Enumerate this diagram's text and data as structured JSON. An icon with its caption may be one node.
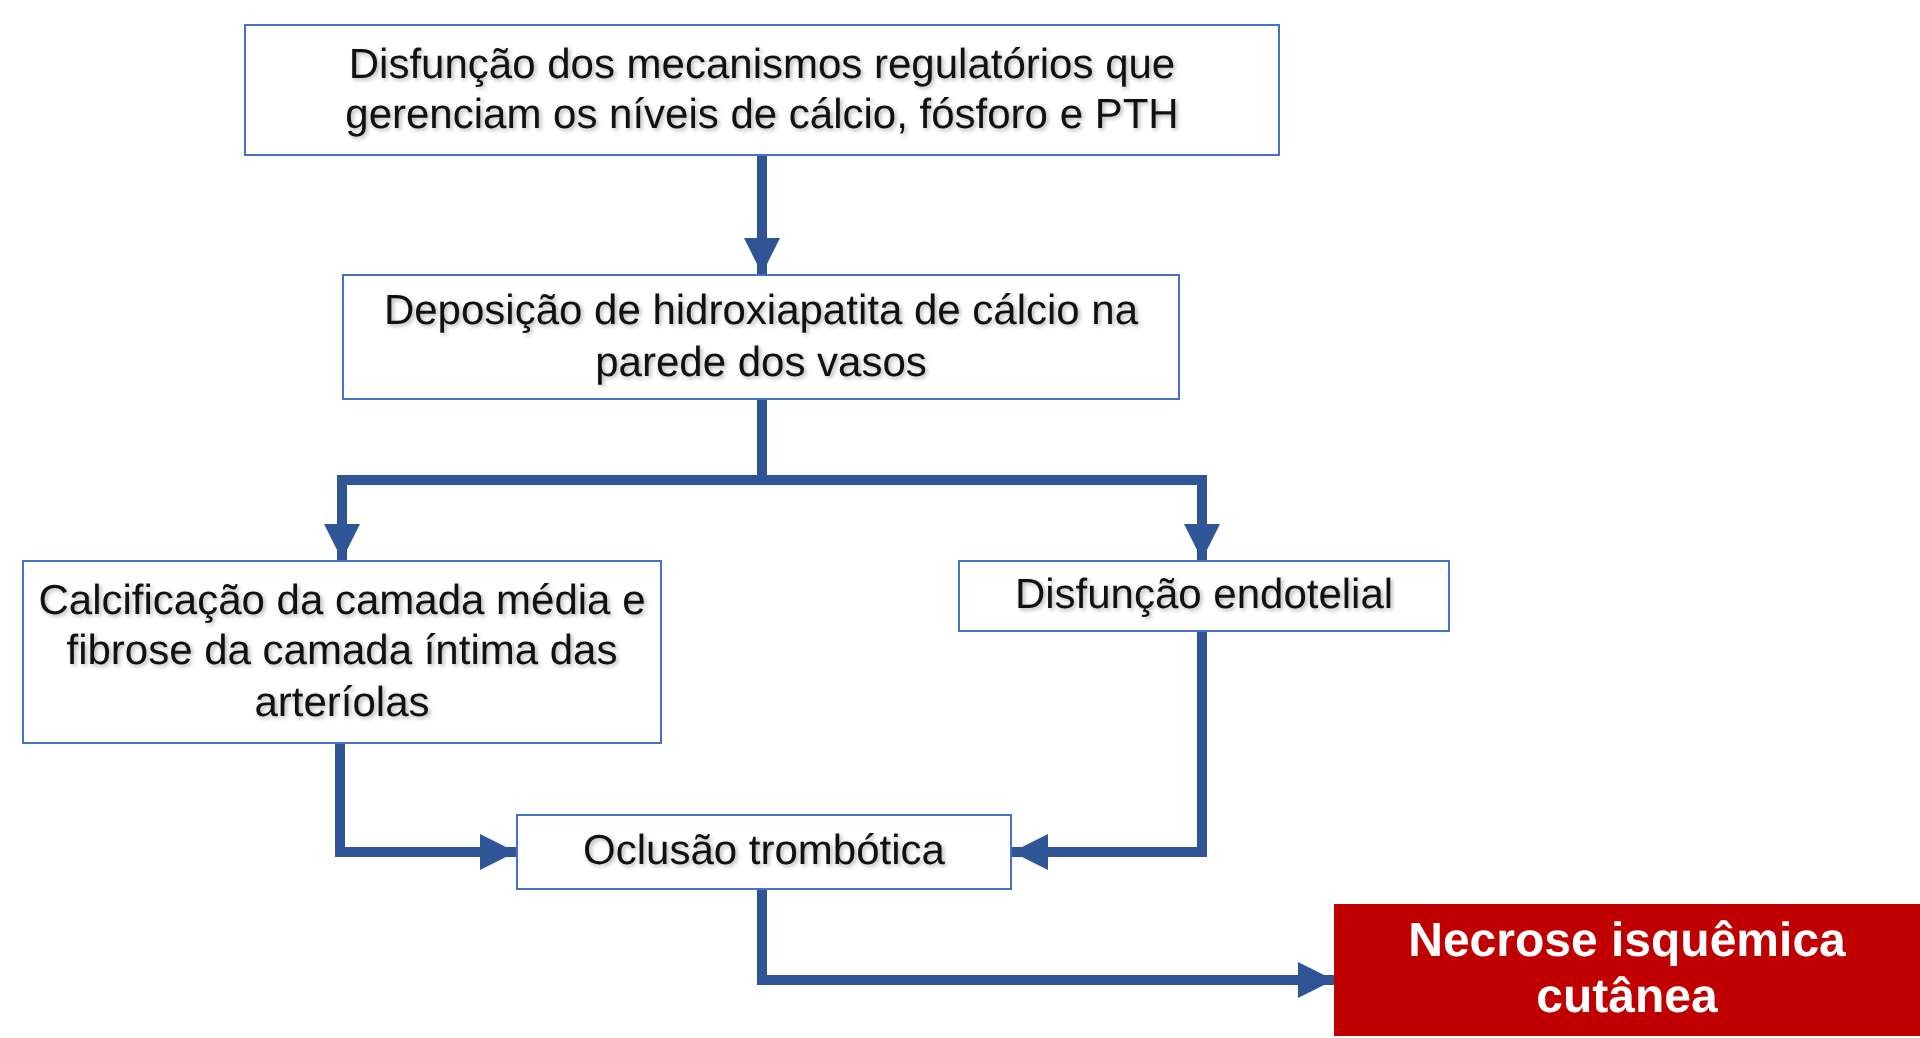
{
  "diagram": {
    "nodes": [
      {
        "text": [
          "Disfunção dos mecanismos regulatórios que gerenciam os níveis de cálcio, fósforo e PTH"
        ]
      },
      {
        "text": [
          "Deposição de hidroxiapatita de cálcio na parede dos vasos"
        ]
      },
      {
        "text": [
          "Calcificação da camada média e fibrose da camada íntima das arteríolas"
        ]
      },
      {
        "text": [
          "Disfunção endotelial"
        ]
      },
      {
        "text": [
          "Oclusão trombótica"
        ]
      },
      {
        "text": [
          "Necrose isquêmica cutânea"
        ]
      }
    ],
    "edges": [
      {
        "from": 0,
        "to": 1,
        "arrow": "to"
      },
      {
        "from": 1,
        "to": 2,
        "arrow": "to"
      },
      {
        "from": 1,
        "to": 3,
        "arrow": "to"
      },
      {
        "from": 2,
        "to": 4,
        "arrow": "to"
      },
      {
        "from": 3,
        "to": 4,
        "arrow": "to"
      },
      {
        "from": 4,
        "to": 5,
        "arrow": "to"
      }
    ]
  }
}
